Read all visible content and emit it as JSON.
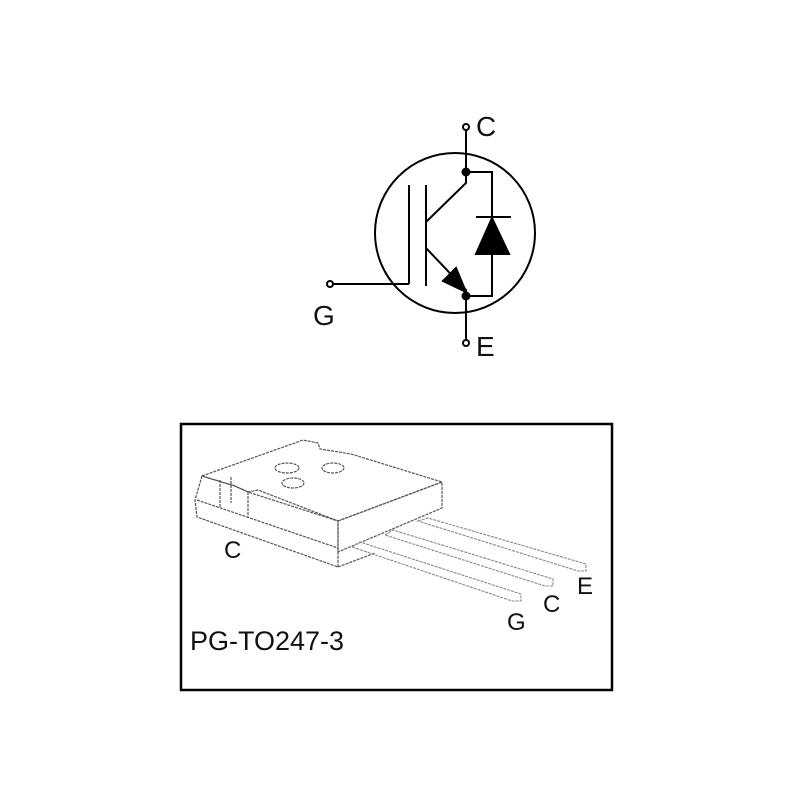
{
  "symbol": {
    "terminals": {
      "collector": "C",
      "gate": "G",
      "emitter": "E"
    }
  },
  "package": {
    "name": "PG-TO247-3",
    "tab_label": "C",
    "pin_labels": [
      "G",
      "C",
      "E"
    ]
  }
}
